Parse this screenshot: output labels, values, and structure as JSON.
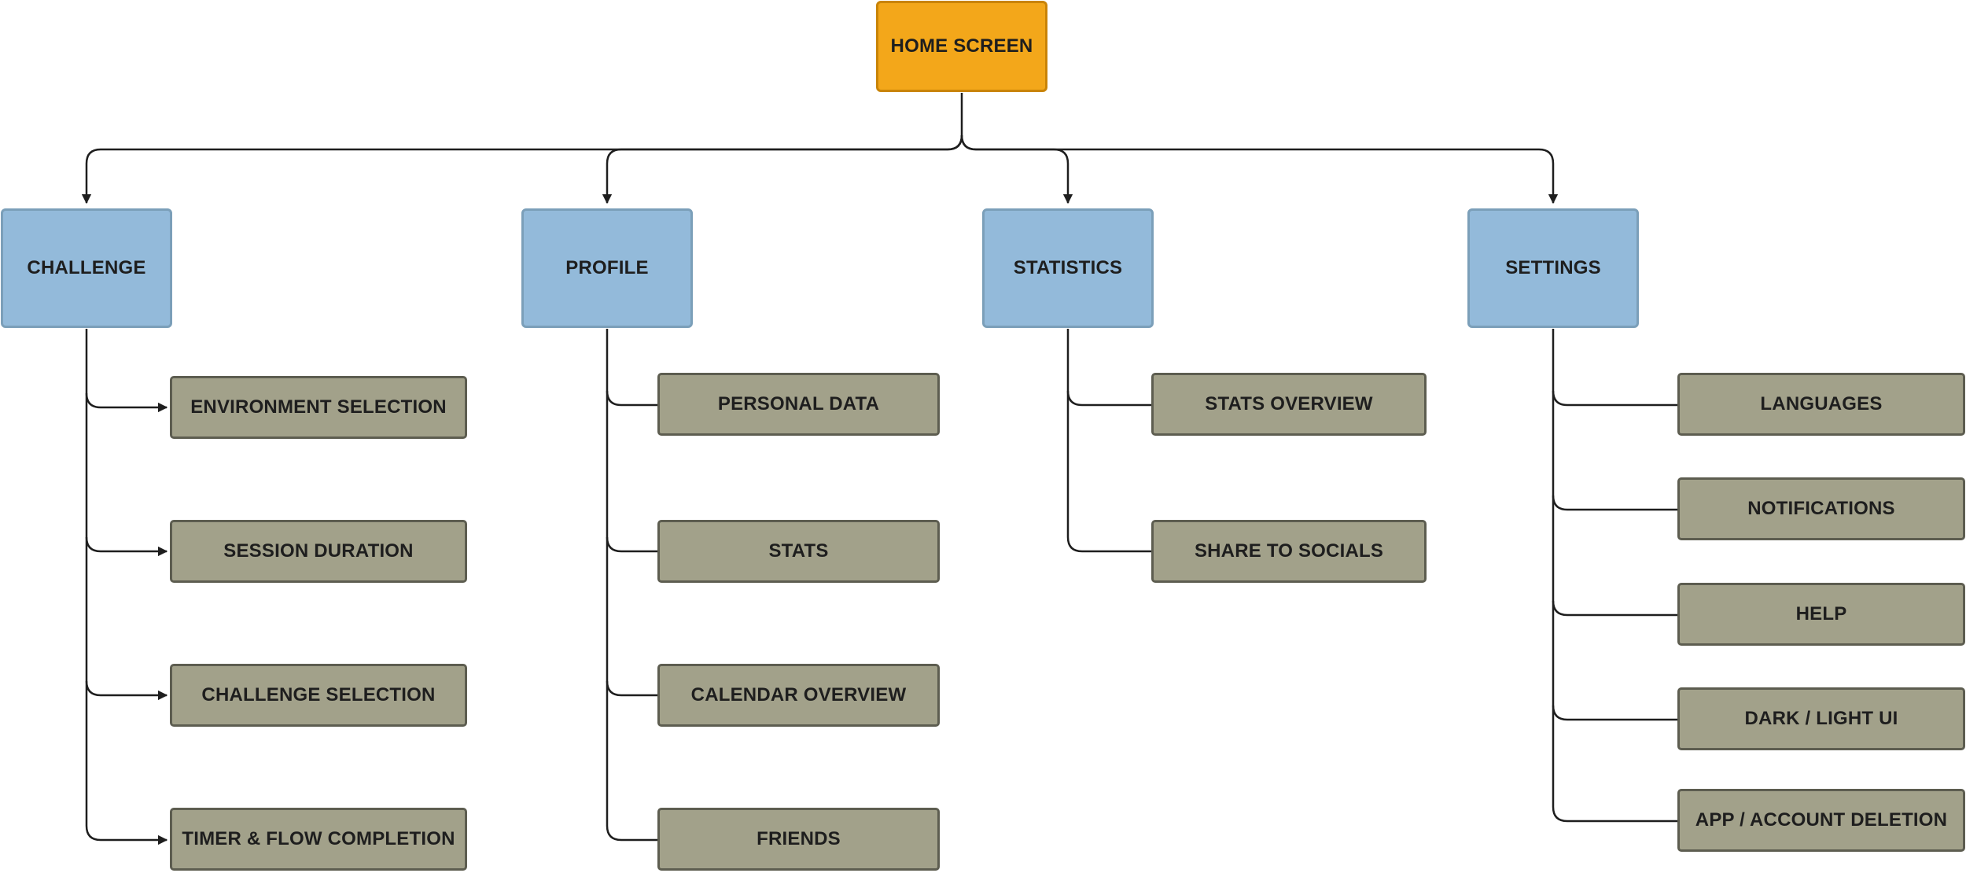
{
  "diagram": {
    "root": {
      "label": "HOME SCREEN"
    },
    "categories": [
      {
        "label": "CHALLENGE",
        "items": [
          "ENVIRONMENT SELECTION",
          "SESSION DURATION",
          "CHALLENGE SELECTION",
          "TIMER & FLOW COMPLETION"
        ]
      },
      {
        "label": "PROFILE",
        "items": [
          "PERSONAL DATA",
          "STATS",
          "CALENDAR OVERVIEW",
          "FRIENDS"
        ]
      },
      {
        "label": "STATISTICS",
        "items": [
          "STATS OVERVIEW",
          "SHARE TO SOCIALS"
        ]
      },
      {
        "label": "SETTINGS",
        "items": [
          "LANGUAGES",
          "NOTIFICATIONS",
          "HELP",
          "DARK / LIGHT UI",
          "APP / ACCOUNT DELETION"
        ]
      }
    ],
    "colors": {
      "root_fill": "#f3a71a",
      "category_fill": "#93bada",
      "item_fill": "#a2a18a",
      "line": "#1e1e1e"
    }
  }
}
